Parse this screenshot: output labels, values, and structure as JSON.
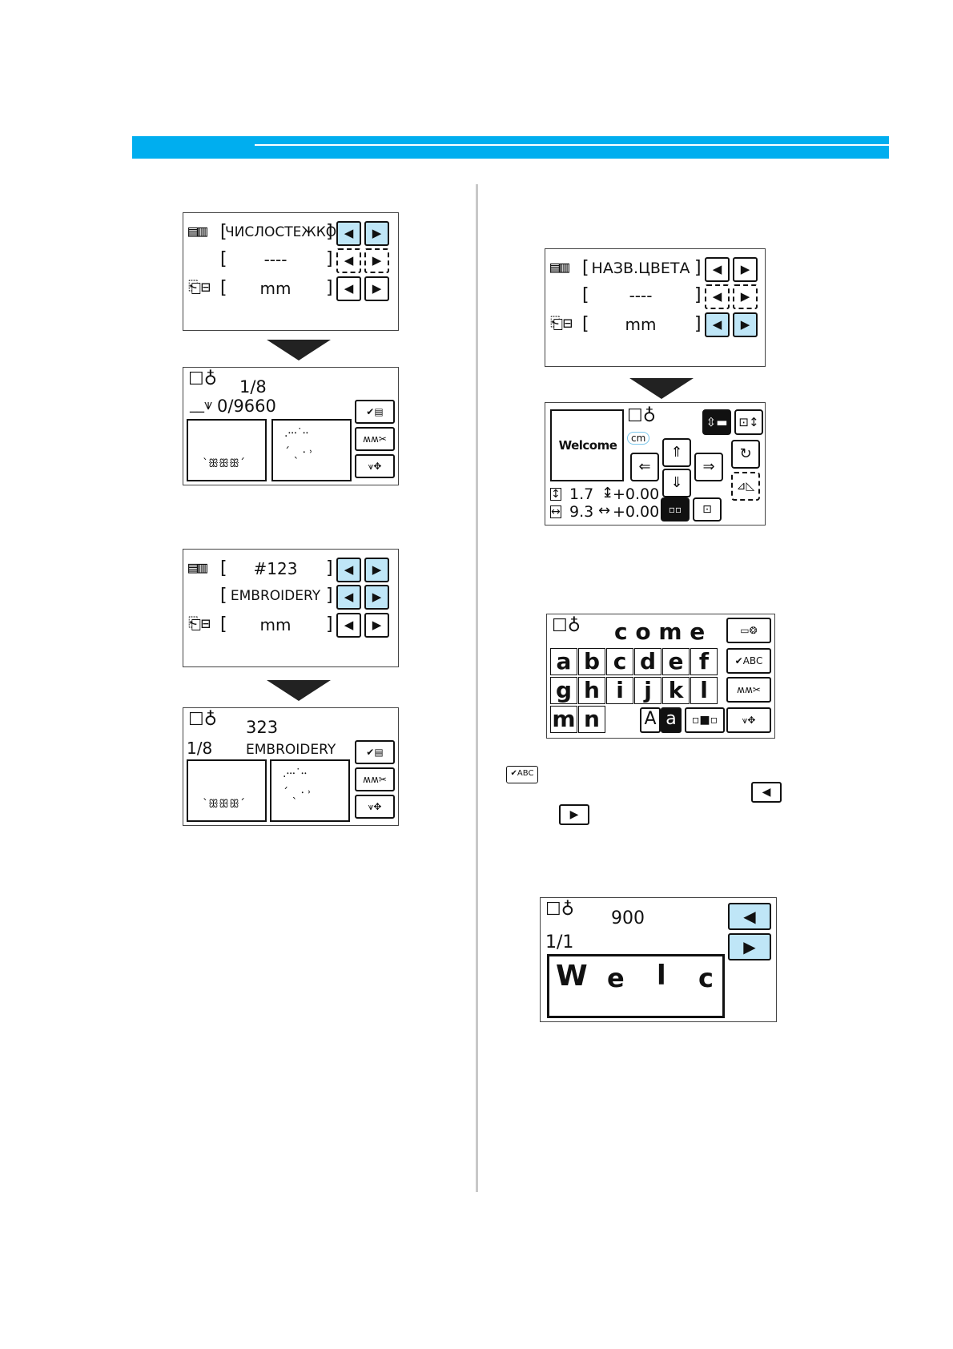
{
  "screen1": {
    "field1": "ЧИСЛОСТЕЖКОВ",
    "field2": "----",
    "field3": "mm"
  },
  "screen2": {
    "line1": "1/8",
    "line2": "0/9660"
  },
  "screen3": {
    "field1": "#123",
    "field2": "EMBROIDERY",
    "field3": "mm"
  },
  "screen4": {
    "line1": "323",
    "line2a": "1/8",
    "line2b": "EMBROIDERY"
  },
  "screen5": {
    "field1": "НАЗВ.ЦВЕТА",
    "field2": "----",
    "field3": "mm"
  },
  "screen6": {
    "preview": "Welcome",
    "unit": "cm",
    "height": "1.7",
    "height_offset": "+0.00",
    "width": "9.3",
    "width_offset": "+0.00"
  },
  "screen7": {
    "typed": "c o m e",
    "row1": [
      "a",
      "b",
      "c",
      "d",
      "e",
      "f"
    ],
    "row2": [
      "g",
      "h",
      "i",
      "j",
      "k",
      "l"
    ],
    "row3": [
      "m",
      "n"
    ],
    "case_upper": "A",
    "case_lower": "a",
    "btn_abc": "✔ABC"
  },
  "inline": {
    "abc_icon": "✔ABC"
  },
  "screen8": {
    "number": "900",
    "page": "1/1",
    "letters": [
      "W",
      "e",
      "l",
      "c"
    ]
  },
  "icons": {
    "left_arrow": "◀",
    "right_arrow": "▶"
  }
}
